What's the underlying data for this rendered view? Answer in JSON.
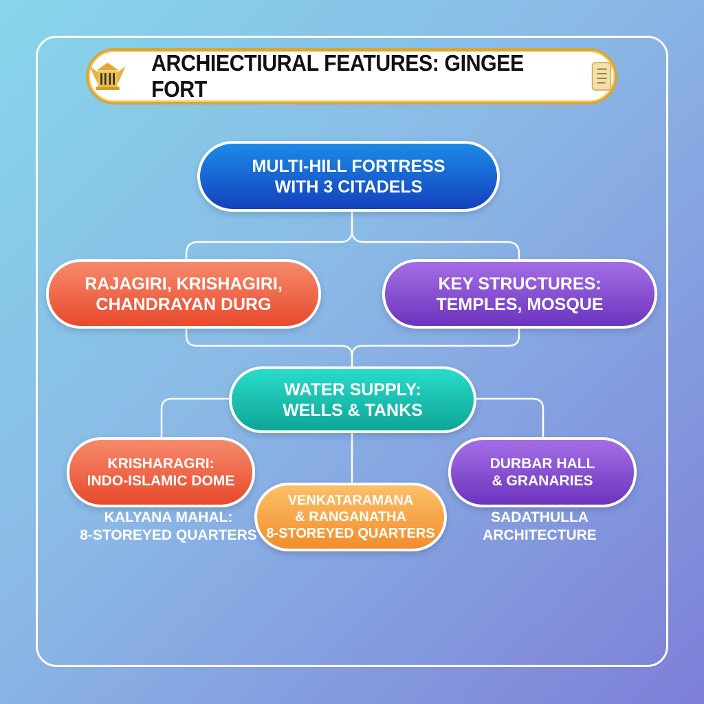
{
  "title": {
    "text": "ARCHIECTIURAL FEATURES: GINGEE FORT",
    "left_icon": "temple-icon",
    "right_icon": "scroll-icon"
  },
  "nodes": {
    "root": "MULTI-HILL FORTRESS\nWITH 3 CITADELS",
    "citadels": "RAJAGIRI, KRISHAGIRI,\nCHANDRAYAN DURG",
    "structures": "KEY STRUCTURES:\nTEMPLES, MOSQUE",
    "water": "WATER SUPPLY:\nWELLS & TANKS",
    "krisharagri": "KRISHARAGRI:\nINDO-ISLAMIC DOME",
    "venkataramana": "VENKATARAMANA\n& RANGANATHA\n8-STOREYED QUARTERS",
    "durbar": "DURBAR HALL\n& GRANARIES"
  },
  "captions": {
    "kalyana": "KALYANA MAHAL:\n8-STOREYED QUARTERS",
    "sadathulla": "SADATHULLA\nARCHITECTURE"
  },
  "colors": {
    "blue": "#1a6fd8",
    "red": "#ec5a3c",
    "purple": "#8450d2",
    "teal": "#19c2b2",
    "orange": "#f7a546",
    "gold": "#d9a63a"
  }
}
